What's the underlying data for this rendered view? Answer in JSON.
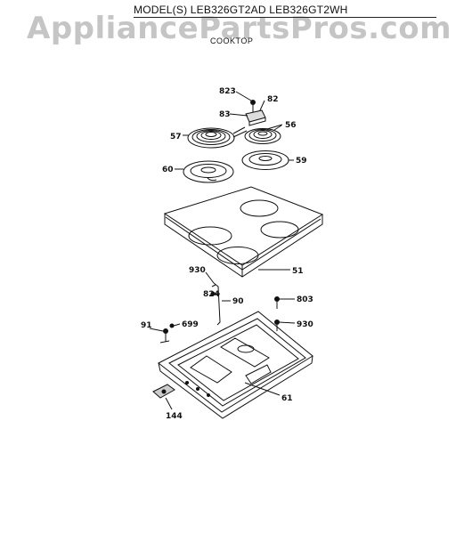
{
  "header": {
    "models": "MODEL(S) LEB326GT2AD  LEB326GT2WH",
    "section": "COOKTOP"
  },
  "watermark": "AppliancePartsPros.com",
  "callouts": {
    "p823": "823",
    "p82": "82",
    "p83": "83",
    "p56": "56",
    "p57": "57",
    "p60": "60",
    "p59": "59",
    "p51": "51",
    "p930a": "930",
    "p824": "824",
    "p90": "90",
    "p803": "803",
    "p91": "91",
    "p699": "699",
    "p930b": "930",
    "p61": "61",
    "p144": "144"
  }
}
